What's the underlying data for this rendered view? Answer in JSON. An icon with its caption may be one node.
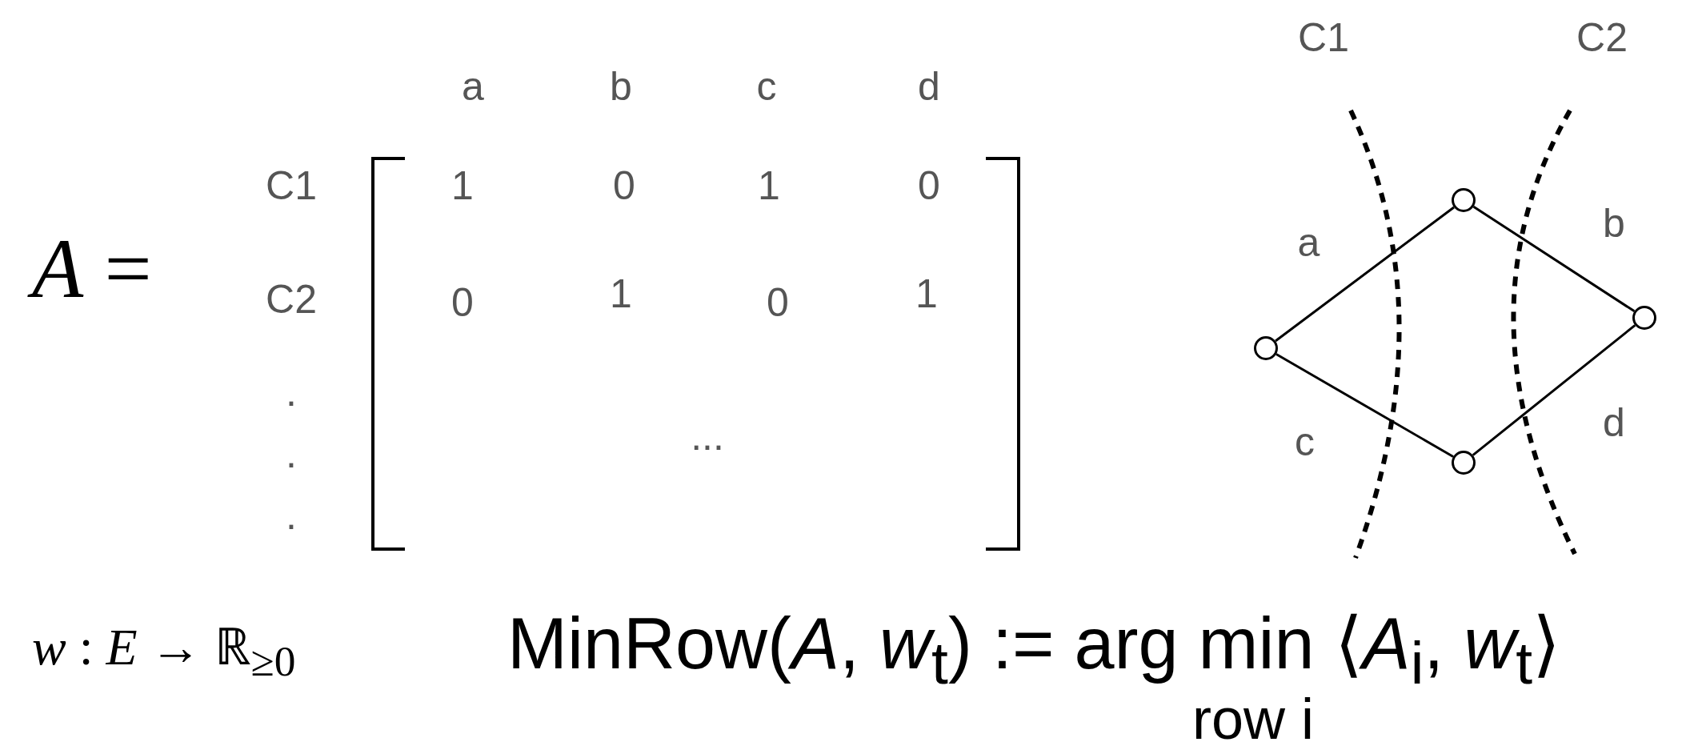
{
  "diagram": {
    "nodes": [
      {
        "text": [],
        "shape": "circle"
      },
      {
        "text": [],
        "shape": "circle"
      },
      {
        "text": [],
        "shape": "circle"
      },
      {
        "text": [],
        "shape": "circle"
      }
    ],
    "edges": [
      {
        "from": 0,
        "to": 1,
        "arrow": "none",
        "label": "a"
      },
      {
        "from": 1,
        "to": 3,
        "arrow": "none",
        "label": "b"
      },
      {
        "from": 0,
        "to": 2,
        "arrow": "none",
        "label": "c"
      },
      {
        "from": 2,
        "to": 3,
        "arrow": "none",
        "label": "d"
      }
    ],
    "labels": [
      "*A* =",
      "a",
      "b",
      "c",
      "d",
      "C1",
      "1",
      "0",
      "1",
      "0",
      "C2",
      "0",
      "1",
      "0",
      "1",
      ".",
      ".",
      ".",
      "...",
      "C1",
      "C2",
      "*w* : *E* → ℝ$_{≥0}$",
      "MinRow(*A*, *w*$_{t}$) := arg min ⟨*A*$_{i}$, *w*$_{t}$⟩",
      "row i"
    ]
  }
}
